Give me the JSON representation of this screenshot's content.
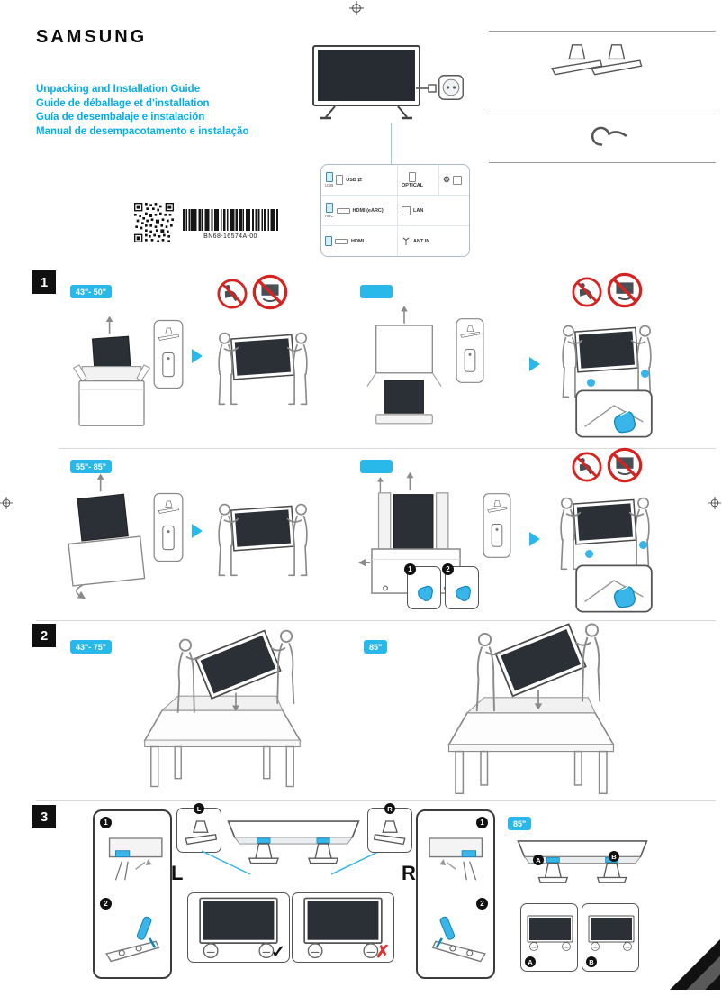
{
  "brand": "SAMSUNG",
  "titles": {
    "en": "Unpacking and Installation Guide",
    "fr": "Guide de déballage et d'installation",
    "es": "Guía de desembalaje e instalación",
    "pt": "Manual de desempacotamento e instalação"
  },
  "part_number": "BN68-16574A-00",
  "ports": {
    "usb_sub": "USB",
    "usb_main": "USB ⇄",
    "optical": "OPTICAL",
    "arc_sub": "ARC",
    "hdmi_earc": "HDMI (eARC)",
    "lan": "LAN",
    "hdmi": "HDMI",
    "ant": "ANT IN",
    "gear_icon": "⚙"
  },
  "sections": {
    "s1": {
      "num": "1",
      "badge_small": "43\"- 50\"",
      "badge_small_alt": "",
      "badge_large": "55\"- 85\"",
      "badge_large_alt": "",
      "inset_step_1": "1",
      "inset_step_2": "2"
    },
    "s2": {
      "num": "2",
      "badge_a": "43\"- 75\"",
      "badge_b": "85\""
    },
    "s3": {
      "num": "3",
      "badge": "85\"",
      "letter_left": "L",
      "letter_right": "R",
      "step_1": "1",
      "step_2": "2",
      "check": "✓",
      "cross": "✗",
      "callout_a": "A",
      "callout_b": "B"
    }
  }
}
